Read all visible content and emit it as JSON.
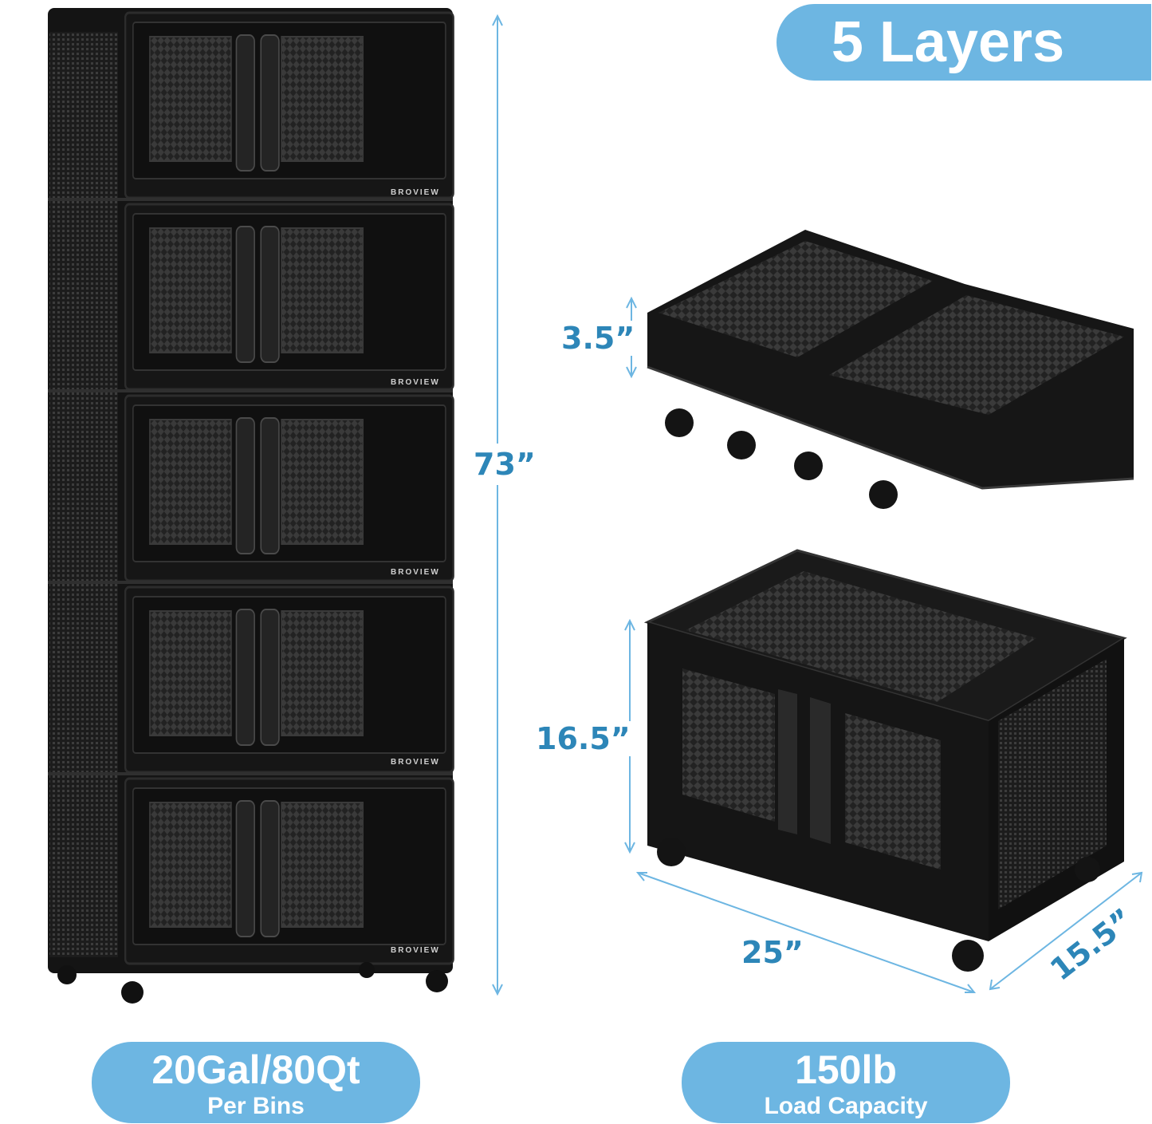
{
  "badge_layers": "5 Layers",
  "capacity_badge": {
    "value": "20Gal/80Qt",
    "caption": "Per Bins"
  },
  "load_badge": {
    "value": "150lb",
    "caption": "Load Capacity"
  },
  "dimensions": {
    "height_total": "73”",
    "base_height": "3.5”",
    "bin_height": "16.5”",
    "bin_width": "25”",
    "bin_depth": "15.5”"
  },
  "brand": "BROVIEW",
  "colors": {
    "accent": "#6db6e2",
    "dimension_text": "#2d86b8",
    "product": "#1b1b1b"
  },
  "units_in_tower": 5
}
